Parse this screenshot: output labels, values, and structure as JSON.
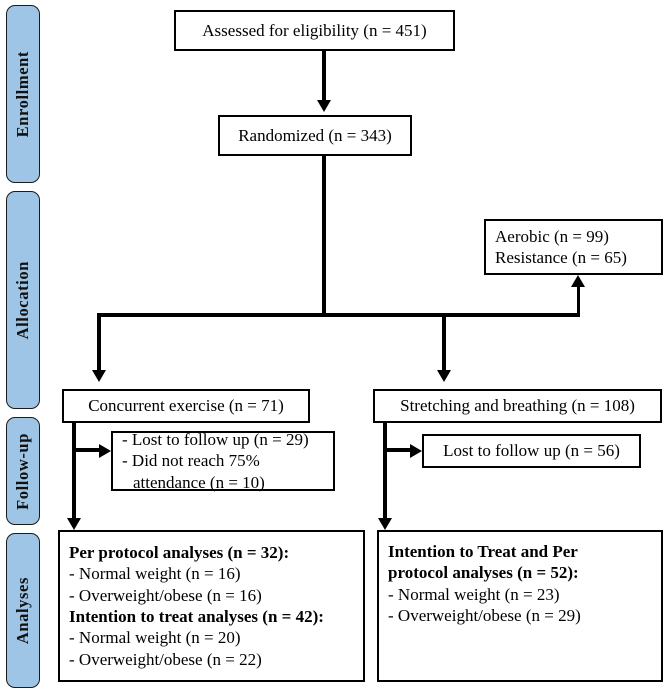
{
  "diagram": {
    "title": "CONSORT participant flow diagram",
    "type": "flowchart",
    "accent_color": "#9ec5e6",
    "line_color": "#000000",
    "background": "#ffffff"
  },
  "stages": [
    {
      "label": "Enrollment"
    },
    {
      "label": "Allocation"
    },
    {
      "label": "Follow-up"
    },
    {
      "label": "Analyses"
    }
  ],
  "nodes": {
    "assessed": {
      "lines": [
        "Assessed for eligibility (n = 451)"
      ]
    },
    "randomized": {
      "lines": [
        "Randomized (n = 343)"
      ]
    },
    "other_arms": {
      "lines": [
        "Aerobic (n = 99)",
        "Resistance (n = 65)"
      ]
    },
    "concurrent": {
      "lines": [
        "Concurrent exercise (n = 71)"
      ]
    },
    "stretching": {
      "lines": [
        "Stretching and breathing (n = 108)"
      ]
    },
    "loss_left": {
      "lines": [
        "- Lost to follow up (n = 29)",
        "- Did not reach 75%",
        "attendance (n = 10)"
      ]
    },
    "loss_right": {
      "lines": [
        "Lost to follow up (n = 56)"
      ]
    },
    "analyses_left": {
      "lines": [
        "Per protocol analyses (n = 32):",
        "- Normal weight (n = 16)",
        "- Overweight/obese (n = 16)",
        "Intention to treat analyses (n = 42):",
        "- Normal weight (n = 20)",
        "- Overweight/obese (n = 22)"
      ]
    },
    "analyses_right": {
      "lines": [
        "Intention to Treat and Per",
        "protocol analyses (n = 52):",
        "- Normal weight (n = 23)",
        "- Overweight/obese (n = 29)"
      ]
    }
  }
}
